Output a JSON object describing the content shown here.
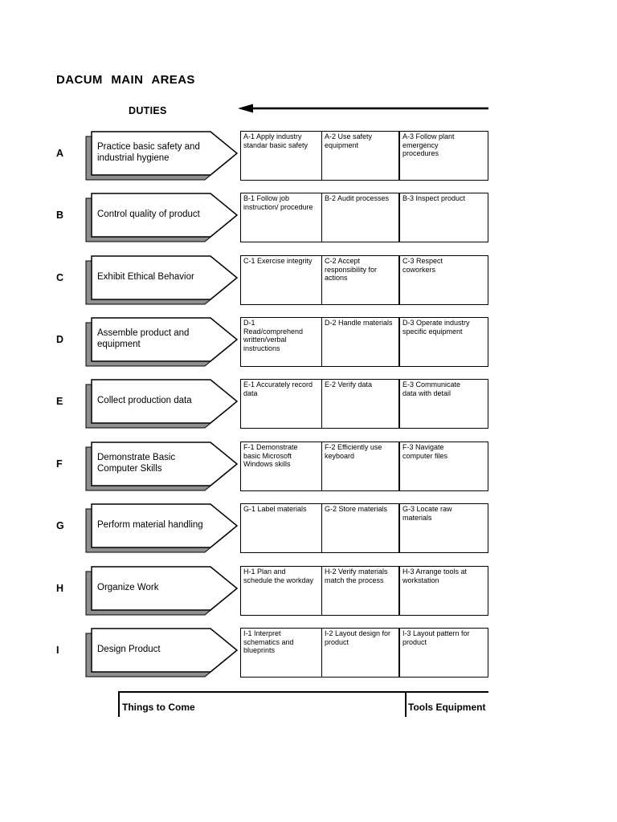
{
  "page": {
    "title": "DACUM  MAIN  AREAS",
    "duties_label": "DUTIES",
    "footer": {
      "left": "Things to Come",
      "right": "Tools Equipment"
    }
  },
  "rows": [
    {
      "letter": "A",
      "duty": "Practice basic safety and\nindustrial hygiene",
      "tasks": [
        "A-1 Apply industry\nstandar basic safety",
        "A-2 Use safety\nequipment",
        "A-3 Follow plant\nemergency\nprocedures"
      ]
    },
    {
      "letter": "B",
      "duty": "Control quality of product",
      "tasks": [
        "B-1 Follow job\ninstruction/ procedure",
        "B-2 Audit processes",
        "B-3 Inspect product"
      ]
    },
    {
      "letter": "C",
      "duty": "Exhibit Ethical Behavior",
      "tasks": [
        "C-1 Exercise integrity",
        "C-2 Accept\nresponsibility for\nactions",
        "C-3 Respect\ncoworkers"
      ]
    },
    {
      "letter": "D",
      "duty": "Assemble product and\nequipment",
      "tasks": [
        "D-1\nRead/comprehend\nwritten/verbal\ninstructions",
        "D-2 Handle materials",
        "D-3 Operate industry\nspecific equipment"
      ]
    },
    {
      "letter": "E",
      "duty": "Collect production data",
      "tasks": [
        "E-1 Accurately record\ndata",
        "E-2 Verify data",
        "E-3 Communicate\ndata with detail"
      ]
    },
    {
      "letter": "F",
      "duty": "Demonstrate Basic\nComputer Skills",
      "tasks": [
        "F-1 Demonstrate\nbasic Microsoft\nWindows skills",
        "F-2 Efficiently use\nkeyboard",
        "F-3 Navigate\ncomputer files"
      ]
    },
    {
      "letter": "G",
      "duty": "Perform material handling",
      "tasks": [
        "G-1 Label materials",
        "G-2 Store materials",
        "G-3 Locate raw\nmaterials"
      ]
    },
    {
      "letter": "H",
      "duty": "Organize Work",
      "tasks": [
        "H-1 Plan and\nschedule the workday",
        "H-2 Verify materials\nmatch the process",
        "H-3 Arrange tools at\nworkstation"
      ]
    },
    {
      "letter": "I",
      "duty": "Design Product",
      "tasks": [
        "I-1 Interpret\nschematics and\nblueprints",
        "I-2 Layout design for\nproduct",
        "I-3  Layout pattern for\nproduct"
      ]
    }
  ],
  "colors": {
    "shadow_gray": "#8f8f8f",
    "border_black": "#000000",
    "background": "#ffffff"
  }
}
